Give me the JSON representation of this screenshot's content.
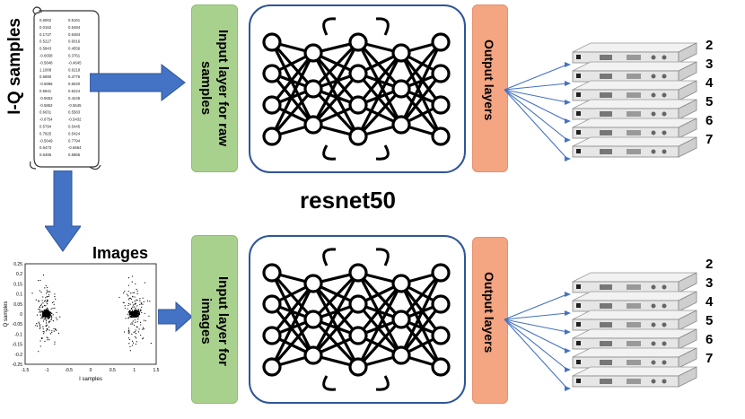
{
  "left": {
    "iq_label": "I-Q samples",
    "images_label": "Images",
    "iq_table": [
      [
        "0.6002",
        "0.5161"
      ],
      [
        "0.0162",
        "0.5484"
      ],
      [
        "0.1747",
        "0.6484"
      ],
      [
        "0.5227",
        "0.6016"
      ],
      [
        "0.5843",
        "0.4556"
      ],
      [
        "-0.6658",
        "0.3761"
      ],
      [
        "-0.5848",
        "-0.4645"
      ],
      [
        "1.1008",
        "0.6218"
      ],
      [
        "0.6890",
        "0.3776"
      ],
      [
        "-0.5896",
        "0.6020"
      ],
      [
        "0.5841",
        "0.5224"
      ],
      [
        "-0.5553",
        "0.4245"
      ],
      [
        "-0.5862",
        "-0.5545"
      ],
      [
        "0.6031",
        "0.5583"
      ],
      [
        "-0.6754",
        "-0.5432"
      ],
      [
        "0.5794",
        "0.5445"
      ],
      [
        "0.7825",
        "0.5424"
      ],
      [
        "-0.5649",
        "0.7794"
      ],
      [
        "0.6473",
        "-0.6664"
      ],
      [
        "0.6486",
        "0.5965"
      ]
    ],
    "scatter": {
      "xlabel": "I samples",
      "ylabel": "Q samples",
      "xticks": [
        "-1.5",
        "-1",
        "-0.5",
        "0",
        "0.5",
        "1",
        "1.5"
      ],
      "yticks": [
        "0.25",
        "0.2",
        "0.15",
        "0.1",
        "0.05",
        "0",
        "-0.05",
        "-0.1",
        "-0.15",
        "-0.2",
        "-0.25"
      ]
    }
  },
  "top": {
    "input_label": "Input layer for raw samples",
    "output_label": "Output layers",
    "numbers": [
      "2",
      "3",
      "4",
      "5",
      "6",
      "7"
    ]
  },
  "center_label": "resnet50",
  "bottom": {
    "input_label": "Input layer for images",
    "output_label": "Output layers",
    "numbers": [
      "2",
      "3",
      "4",
      "5",
      "6",
      "7"
    ]
  },
  "colors": {
    "input_green": "#a9d18e",
    "output_orange": "#f4a582",
    "arrow_blue": "#4472c4",
    "frame_blue": "#2f5597"
  }
}
